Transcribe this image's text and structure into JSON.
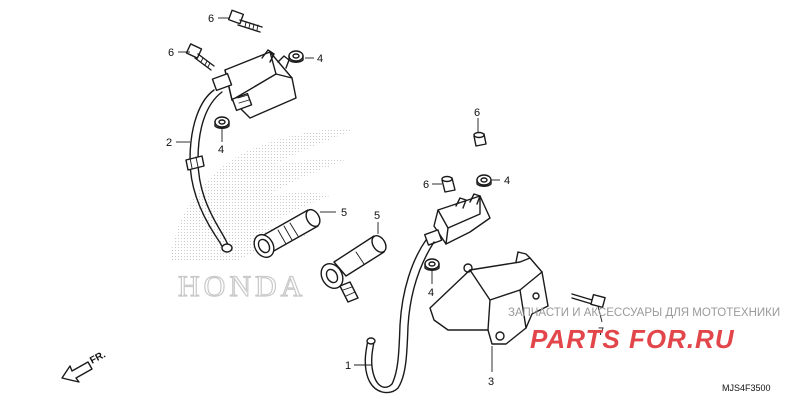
{
  "callouts": {
    "bolt_top": "6",
    "bolt_left": "6",
    "nut_top_right": "4",
    "wire_left": "2",
    "washer_left": "4",
    "cap_left": "5",
    "cap_right": "5",
    "cap_small": "6",
    "bolt_middle": "6",
    "nut_middle": "4",
    "washer_middle": "4",
    "bracket_bolt": "7",
    "wire_right": "1",
    "bracket": "3"
  },
  "direction_label": "FR.",
  "diagram_code": "MJS4F3500",
  "background_logo_text": "HONDA",
  "watermark": {
    "line1": "ЗАПЧАСТИ И АКСЕССУАРЫ ДЛЯ МОТОТЕХНИКИ",
    "line2": "PARTS FOR.RU"
  },
  "colors": {
    "line": "#1a1a1a",
    "watermark_red": "#e3464a",
    "watermark_gray": "#9a9a9a",
    "logo_gray": "#c9c9c9"
  }
}
